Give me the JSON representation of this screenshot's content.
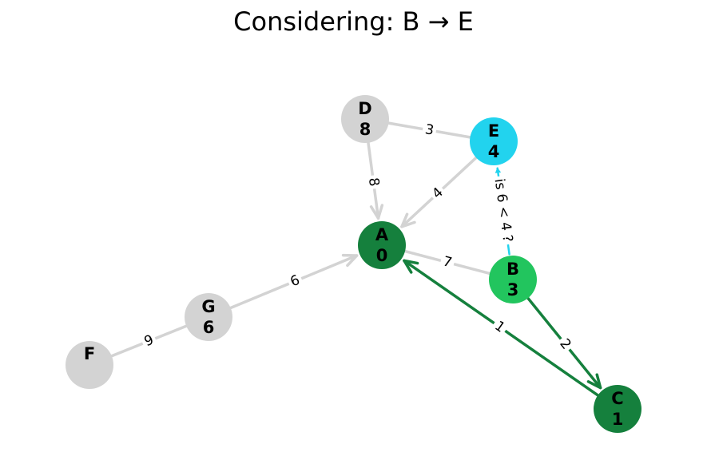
{
  "title": "Considering: B → E",
  "colors": {
    "unvisited": "#d3d3d3",
    "visited": "#15803d",
    "current": "#22c55e",
    "target": "#22d3ee",
    "edge_default": "#d3d3d3",
    "edge_tree": "#15803d",
    "edge_considered": "#22d3ee"
  },
  "nodes": [
    {
      "id": "A",
      "distance": "0",
      "state": "visited"
    },
    {
      "id": "B",
      "distance": "3",
      "state": "current"
    },
    {
      "id": "C",
      "distance": "1",
      "state": "visited"
    },
    {
      "id": "D",
      "distance": "8",
      "state": "unvisited"
    },
    {
      "id": "E",
      "distance": "4",
      "state": "target"
    },
    {
      "id": "F",
      "distance": "",
      "state": "unvisited"
    },
    {
      "id": "G",
      "distance": "6",
      "state": "unvisited"
    }
  ],
  "edges": [
    {
      "from": "D",
      "to": "E",
      "weight": "3",
      "style": "default",
      "arrow": false
    },
    {
      "from": "D",
      "to": "A",
      "weight": "8",
      "style": "default",
      "arrow": true
    },
    {
      "from": "E",
      "to": "A",
      "weight": "4",
      "style": "default",
      "arrow": true
    },
    {
      "from": "B",
      "to": "A",
      "weight": "7",
      "style": "default",
      "arrow": false
    },
    {
      "from": "G",
      "to": "A",
      "weight": "6",
      "style": "default",
      "arrow": true
    },
    {
      "from": "F",
      "to": "G",
      "weight": "9",
      "style": "default",
      "arrow": false
    },
    {
      "from": "C",
      "to": "A",
      "weight": "1",
      "style": "tree",
      "arrow": true
    },
    {
      "from": "B",
      "to": "C",
      "weight": "2",
      "style": "tree",
      "arrow": true
    },
    {
      "from": "B",
      "to": "E",
      "weight": "is 6 < 4 ?",
      "style": "considered",
      "arrow": true
    }
  ]
}
